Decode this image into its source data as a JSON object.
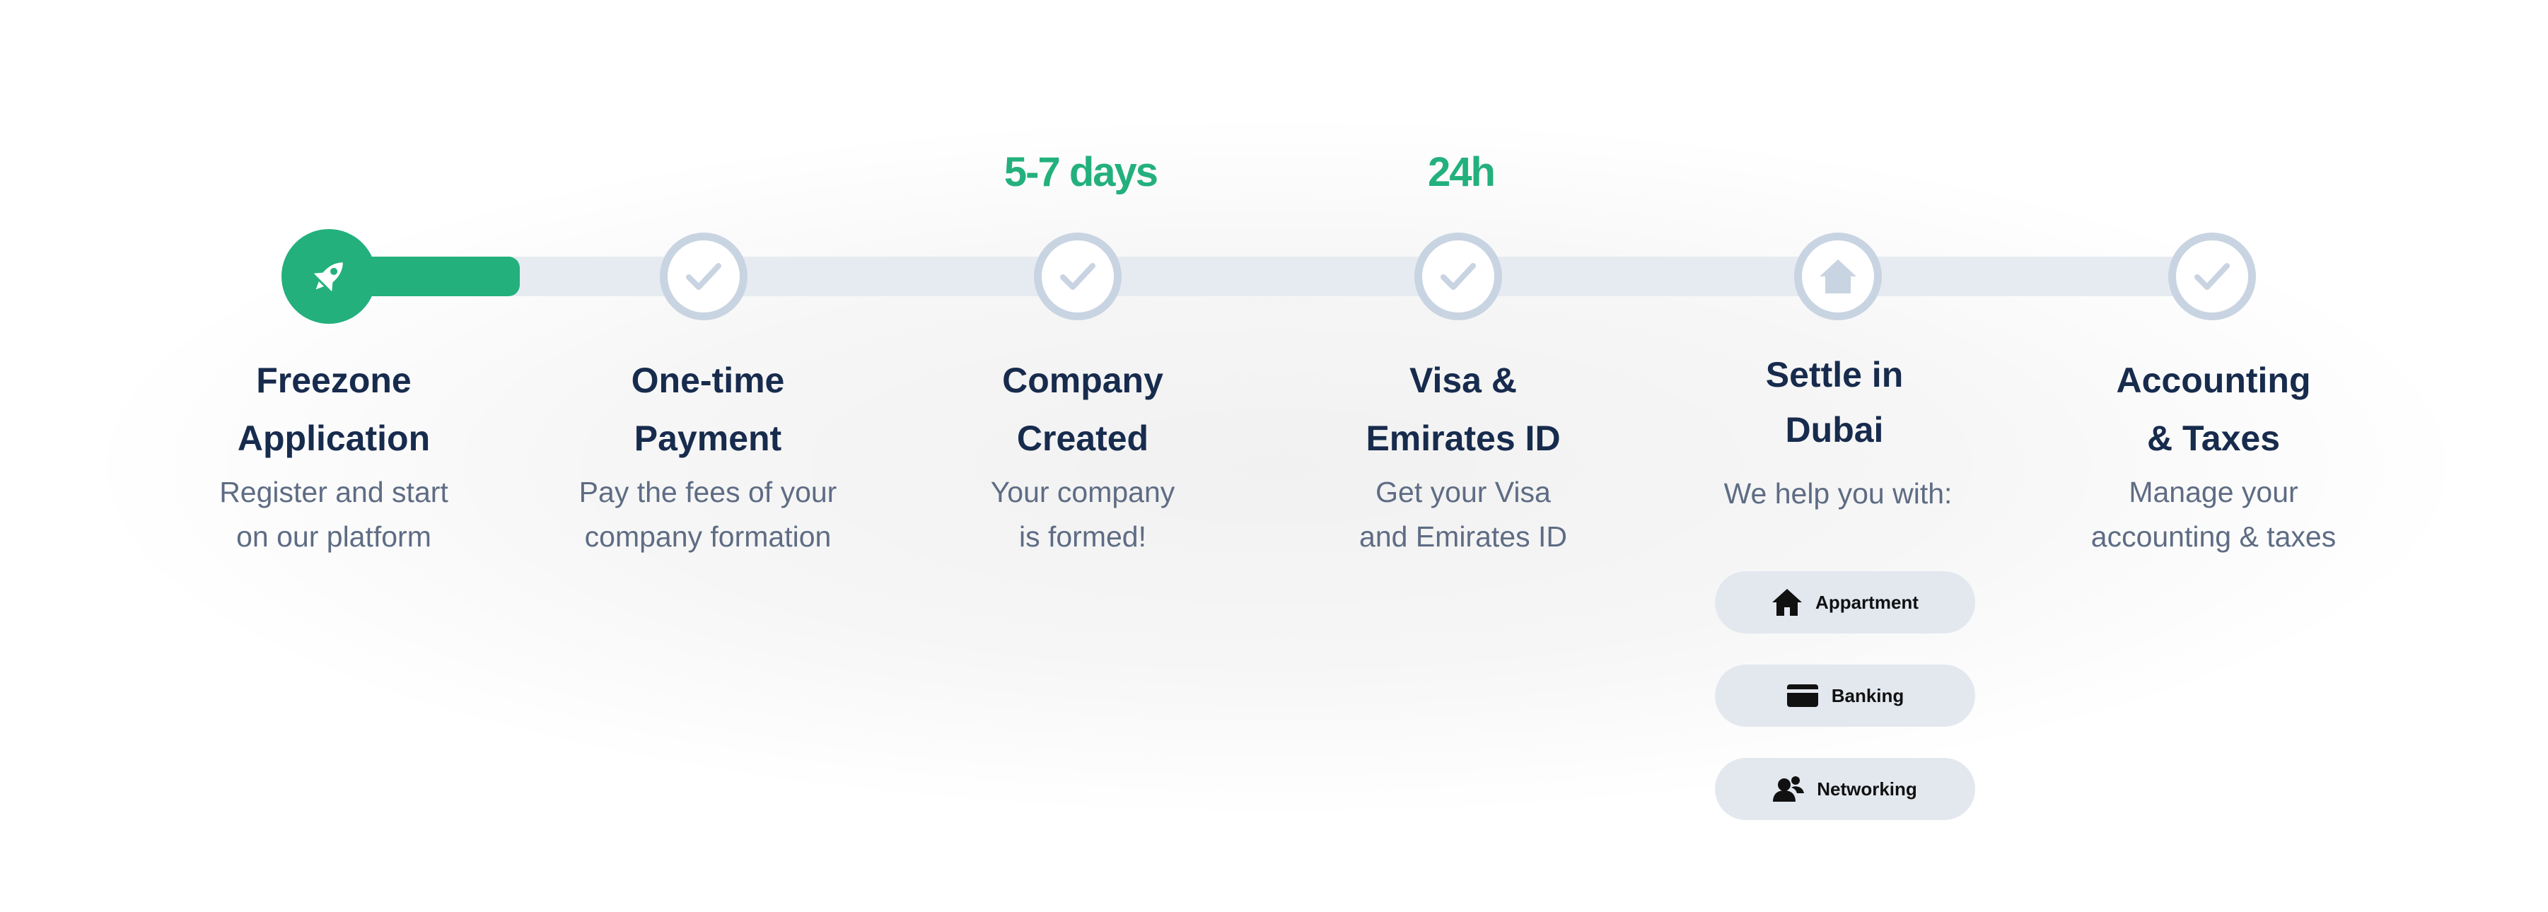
{
  "durations": [
    {
      "text": "5-7 days"
    },
    {
      "text": "24h"
    }
  ],
  "steps": [
    {
      "icon": "rocket-icon",
      "title_l1": "Freezone",
      "title_l2": "Application",
      "desc_l1": "Register and start",
      "desc_l2": "on our platform"
    },
    {
      "icon": "check-icon",
      "title_l1": "One-time",
      "title_l2": "Payment",
      "desc_l1": "Pay the fees of your",
      "desc_l2": "company formation"
    },
    {
      "icon": "check-icon",
      "title_l1": "Company",
      "title_l2": "Created",
      "desc_l1": "Your company",
      "desc_l2": "is formed!"
    },
    {
      "icon": "check-icon",
      "title_l1": "Visa &",
      "title_l2": "Emirates ID",
      "desc_l1": "Get your Visa",
      "desc_l2": "and Emirates ID"
    },
    {
      "icon": "home-icon",
      "title_l1": "Settle in",
      "title_l2": "Dubai",
      "help_text": "We help you with:"
    },
    {
      "icon": "check-icon",
      "title_l1": "Accounting",
      "title_l2": "& Taxes",
      "desc_l1": "Manage your",
      "desc_l2": "accounting & taxes"
    }
  ],
  "services": [
    {
      "icon": "house-icon",
      "label": "Appartment"
    },
    {
      "icon": "credit-card-icon",
      "label": "Banking"
    },
    {
      "icon": "people-icon",
      "label": "Networking"
    }
  ],
  "progress": {
    "completed_fraction": 0.1
  },
  "colors": {
    "accent": "#23b07d",
    "track": "#e6ebf1",
    "node_border": "#c9d4e2",
    "title": "#172b4d",
    "desc": "#5e6c84",
    "pill": "#e3e8ef"
  }
}
